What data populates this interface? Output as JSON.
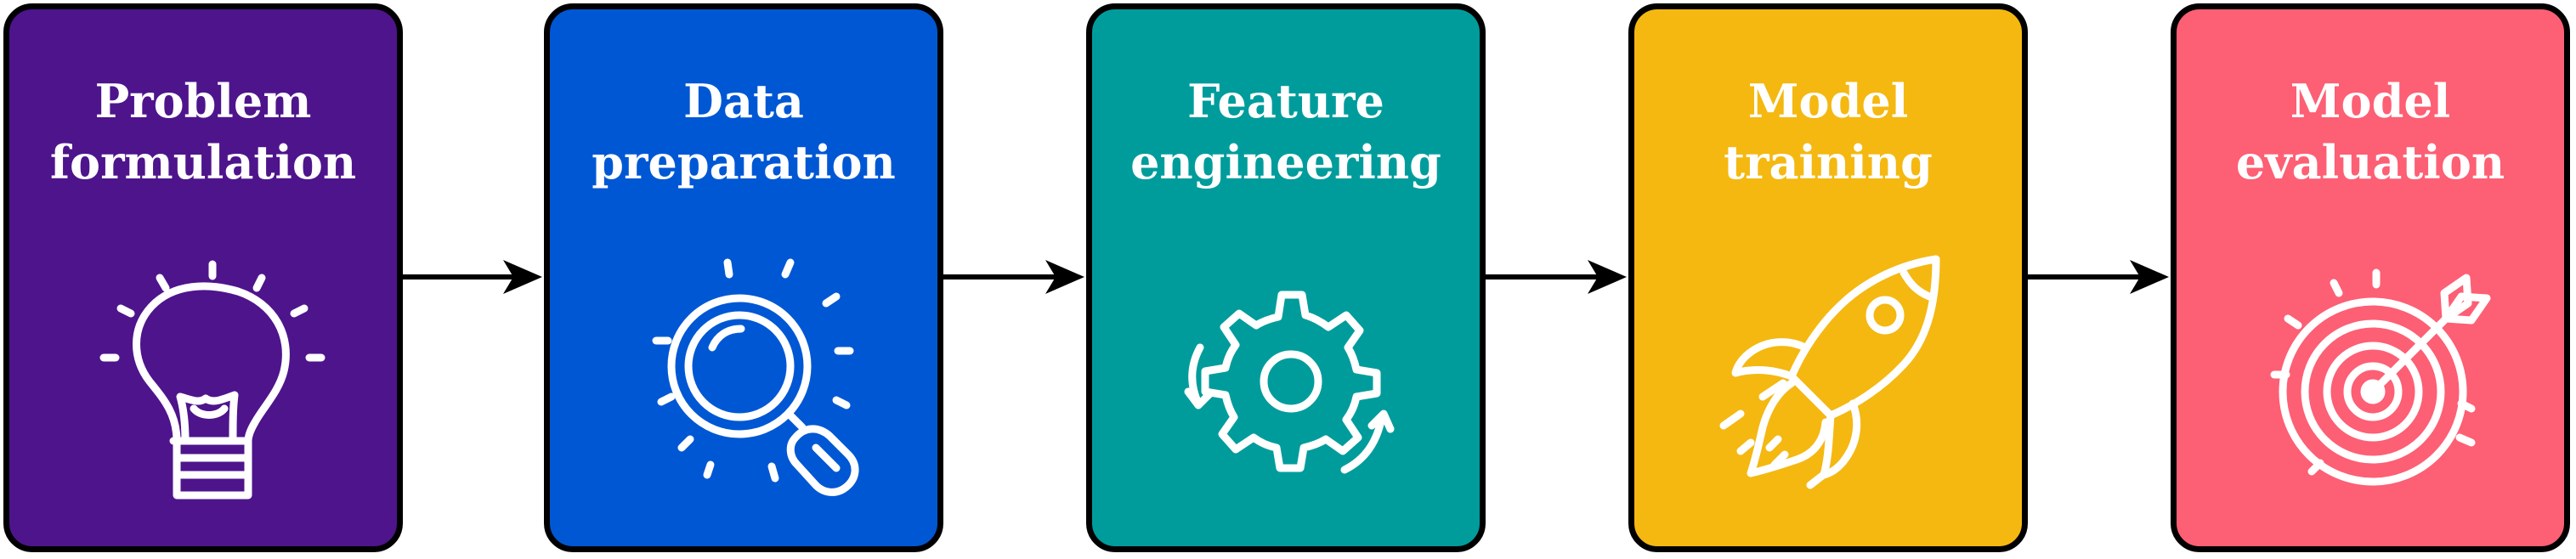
{
  "steps": [
    {
      "line1": "Problem",
      "line2": "formulation",
      "icon": "lightbulb-icon",
      "color": "#4e148c"
    },
    {
      "line1": "Data",
      "line2": "preparation",
      "icon": "magnifier-icon",
      "color": "#0057d4"
    },
    {
      "line1": "Feature",
      "line2": "engineering",
      "icon": "gear-icon",
      "color": "#009c9c"
    },
    {
      "line1": "Model",
      "line2": "training",
      "icon": "rocket-icon",
      "color": "#f4b811"
    },
    {
      "line1": "Model",
      "line2": "evaluation",
      "icon": "target-icon",
      "color": "#fd5f74"
    }
  ]
}
